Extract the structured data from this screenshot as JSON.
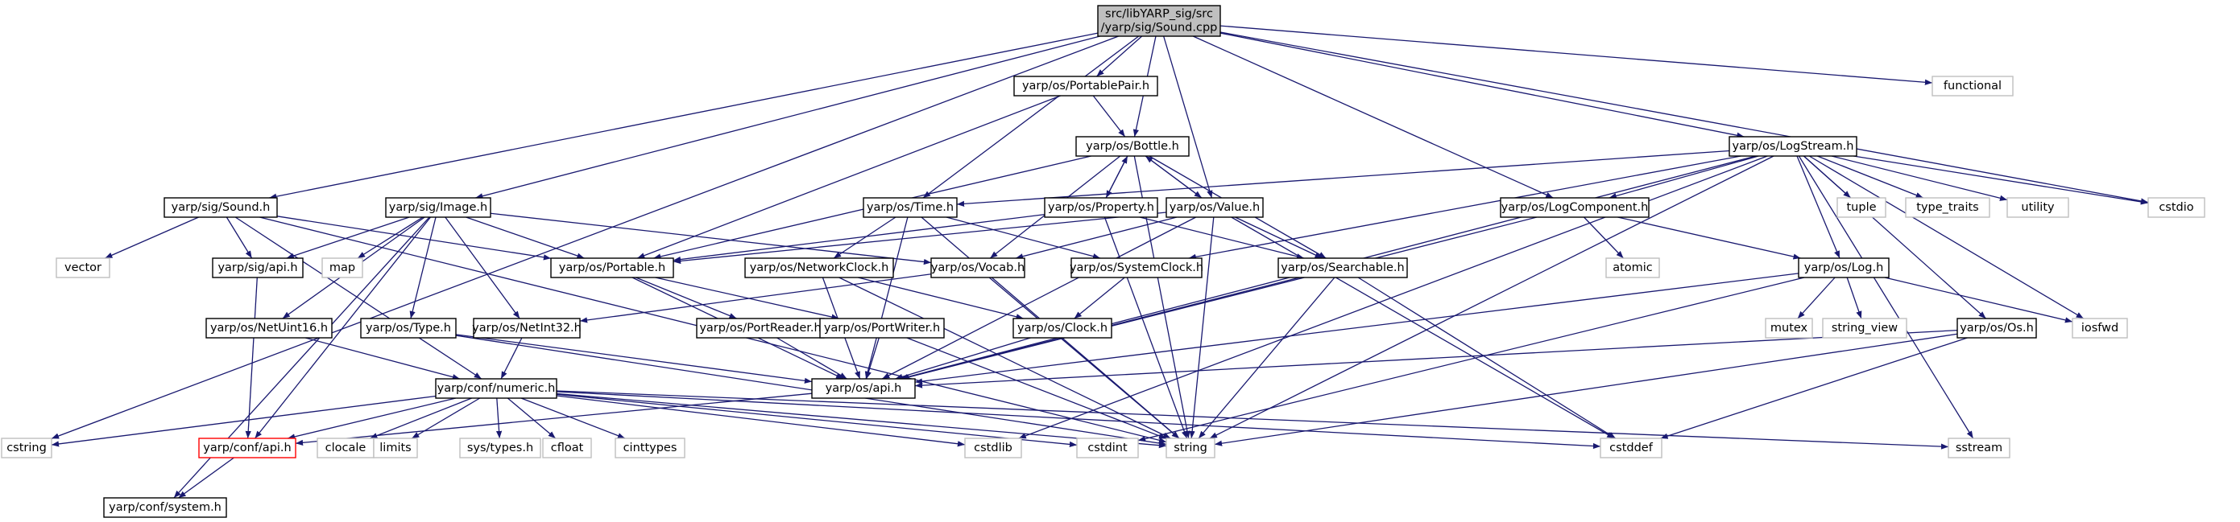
{
  "diagram": {
    "colors": {
      "edge": "#191970",
      "node_border": "#000000",
      "node_fill": "#ffffff",
      "root_fill": "#bfbfbf",
      "system_border": "#bfbfbf",
      "highlight_border": "#ff0000",
      "text": "#000000"
    },
    "nodes": [
      {
        "id": "root",
        "lines": [
          "src/libYARP_sig/src",
          "/yarp/sig/Sound.cpp"
        ],
        "kind": "root"
      },
      {
        "id": "portablepair",
        "lines": [
          "yarp/os/PortablePair.h"
        ],
        "kind": "normal"
      },
      {
        "id": "functional",
        "lines": [
          "functional"
        ],
        "kind": "system"
      },
      {
        "id": "bottle",
        "lines": [
          "yarp/os/Bottle.h"
        ],
        "kind": "normal"
      },
      {
        "id": "logstream",
        "lines": [
          "yarp/os/LogStream.h"
        ],
        "kind": "normal"
      },
      {
        "id": "sound",
        "lines": [
          "yarp/sig/Sound.h"
        ],
        "kind": "normal"
      },
      {
        "id": "image",
        "lines": [
          "yarp/sig/Image.h"
        ],
        "kind": "normal"
      },
      {
        "id": "time",
        "lines": [
          "yarp/os/Time.h"
        ],
        "kind": "normal"
      },
      {
        "id": "property",
        "lines": [
          "yarp/os/Property.h"
        ],
        "kind": "normal"
      },
      {
        "id": "value",
        "lines": [
          "yarp/os/Value.h"
        ],
        "kind": "normal"
      },
      {
        "id": "logcomponent",
        "lines": [
          "yarp/os/LogComponent.h"
        ],
        "kind": "normal"
      },
      {
        "id": "tuple",
        "lines": [
          "tuple"
        ],
        "kind": "system"
      },
      {
        "id": "type_traits",
        "lines": [
          "type_traits"
        ],
        "kind": "system"
      },
      {
        "id": "utility",
        "lines": [
          "utility"
        ],
        "kind": "system"
      },
      {
        "id": "cstdio",
        "lines": [
          "cstdio"
        ],
        "kind": "system"
      },
      {
        "id": "vector",
        "lines": [
          "vector"
        ],
        "kind": "system"
      },
      {
        "id": "sigapi",
        "lines": [
          "yarp/sig/api.h"
        ],
        "kind": "normal"
      },
      {
        "id": "map",
        "lines": [
          "map"
        ],
        "kind": "system"
      },
      {
        "id": "portable",
        "lines": [
          "yarp/os/Portable.h"
        ],
        "kind": "normal"
      },
      {
        "id": "networkclock",
        "lines": [
          "yarp/os/NetworkClock.h"
        ],
        "kind": "normal"
      },
      {
        "id": "vocab",
        "lines": [
          "yarp/os/Vocab.h"
        ],
        "kind": "normal"
      },
      {
        "id": "systemclock",
        "lines": [
          "yarp/os/SystemClock.h"
        ],
        "kind": "normal"
      },
      {
        "id": "searchable",
        "lines": [
          "yarp/os/Searchable.h"
        ],
        "kind": "normal"
      },
      {
        "id": "atomic",
        "lines": [
          "atomic"
        ],
        "kind": "system"
      },
      {
        "id": "log",
        "lines": [
          "yarp/os/Log.h"
        ],
        "kind": "normal"
      },
      {
        "id": "netuint16",
        "lines": [
          "yarp/os/NetUint16.h"
        ],
        "kind": "normal"
      },
      {
        "id": "type",
        "lines": [
          "yarp/os/Type.h"
        ],
        "kind": "normal"
      },
      {
        "id": "netint32",
        "lines": [
          "yarp/os/NetInt32.h"
        ],
        "kind": "normal"
      },
      {
        "id": "portreader",
        "lines": [
          "yarp/os/PortReader.h"
        ],
        "kind": "normal"
      },
      {
        "id": "portwriter",
        "lines": [
          "yarp/os/PortWriter.h"
        ],
        "kind": "normal"
      },
      {
        "id": "clock",
        "lines": [
          "yarp/os/Clock.h"
        ],
        "kind": "normal"
      },
      {
        "id": "mutex",
        "lines": [
          "mutex"
        ],
        "kind": "system"
      },
      {
        "id": "string_view",
        "lines": [
          "string_view"
        ],
        "kind": "system"
      },
      {
        "id": "iosfwd",
        "lines": [
          "iosfwd"
        ],
        "kind": "system"
      },
      {
        "id": "os",
        "lines": [
          "yarp/os/Os.h"
        ],
        "kind": "normal"
      },
      {
        "id": "numeric",
        "lines": [
          "yarp/conf/numeric.h"
        ],
        "kind": "normal"
      },
      {
        "id": "osapi",
        "lines": [
          "yarp/os/api.h"
        ],
        "kind": "normal"
      },
      {
        "id": "cstring",
        "lines": [
          "cstring"
        ],
        "kind": "system"
      },
      {
        "id": "confapi",
        "lines": [
          "yarp/conf/api.h"
        ],
        "kind": "highlight"
      },
      {
        "id": "clocale",
        "lines": [
          "clocale"
        ],
        "kind": "system"
      },
      {
        "id": "limits",
        "lines": [
          "limits"
        ],
        "kind": "system"
      },
      {
        "id": "systypes",
        "lines": [
          "sys/types.h"
        ],
        "kind": "system"
      },
      {
        "id": "cfloat",
        "lines": [
          "cfloat"
        ],
        "kind": "system"
      },
      {
        "id": "cinttypes",
        "lines": [
          "cinttypes"
        ],
        "kind": "system"
      },
      {
        "id": "cstdlib",
        "lines": [
          "cstdlib"
        ],
        "kind": "system"
      },
      {
        "id": "cstdint",
        "lines": [
          "cstdint"
        ],
        "kind": "system"
      },
      {
        "id": "string",
        "lines": [
          "string"
        ],
        "kind": "system"
      },
      {
        "id": "cstddef",
        "lines": [
          "cstddef"
        ],
        "kind": "system"
      },
      {
        "id": "sstream",
        "lines": [
          "sstream"
        ],
        "kind": "system"
      },
      {
        "id": "confsystem",
        "lines": [
          "yarp/conf/system.h"
        ],
        "kind": "normal"
      }
    ],
    "edges": [
      [
        "root",
        "portablepair"
      ],
      [
        "root",
        "functional"
      ],
      [
        "root",
        "bottle"
      ],
      [
        "root",
        "logstream"
      ],
      [
        "root",
        "sound"
      ],
      [
        "root",
        "image"
      ],
      [
        "root",
        "time"
      ],
      [
        "root",
        "value"
      ],
      [
        "root",
        "logcomponent"
      ],
      [
        "root",
        "cstdio"
      ],
      [
        "root",
        "cstring"
      ],
      [
        "portablepair",
        "bottle"
      ],
      [
        "portablepair",
        "portable"
      ],
      [
        "bottle",
        "property"
      ],
      [
        "bottle",
        "value"
      ],
      [
        "bottle",
        "portable"
      ],
      [
        "bottle",
        "vocab"
      ],
      [
        "bottle",
        "searchable"
      ],
      [
        "bottle",
        "string"
      ],
      [
        "property",
        "bottle"
      ],
      [
        "property",
        "portable"
      ],
      [
        "property",
        "searchable"
      ],
      [
        "property",
        "string"
      ],
      [
        "value",
        "bottle"
      ],
      [
        "value",
        "portable"
      ],
      [
        "value",
        "vocab"
      ],
      [
        "value",
        "searchable"
      ],
      [
        "value",
        "osapi"
      ],
      [
        "value",
        "string"
      ],
      [
        "value",
        "cstddef"
      ],
      [
        "sound",
        "vector"
      ],
      [
        "sound",
        "sigapi"
      ],
      [
        "sound",
        "portable"
      ],
      [
        "sound",
        "numeric"
      ],
      [
        "sound",
        "string"
      ],
      [
        "image",
        "sigapi"
      ],
      [
        "image",
        "map"
      ],
      [
        "image",
        "portable"
      ],
      [
        "image",
        "vocab"
      ],
      [
        "image",
        "netuint16"
      ],
      [
        "image",
        "type"
      ],
      [
        "image",
        "netint32"
      ],
      [
        "image",
        "confsystem"
      ],
      [
        "image",
        "confapi"
      ],
      [
        "time",
        "networkclock"
      ],
      [
        "time",
        "systemclock"
      ],
      [
        "time",
        "osapi"
      ],
      [
        "time",
        "string"
      ],
      [
        "networkclock",
        "clock"
      ],
      [
        "networkclock",
        "osapi"
      ],
      [
        "networkclock",
        "string"
      ],
      [
        "systemclock",
        "clock"
      ],
      [
        "clock",
        "osapi"
      ],
      [
        "vocab",
        "netint32"
      ],
      [
        "vocab",
        "string"
      ],
      [
        "searchable",
        "osapi"
      ],
      [
        "searchable",
        "string"
      ],
      [
        "searchable",
        "cstddef"
      ],
      [
        "logstream",
        "time"
      ],
      [
        "logstream",
        "logcomponent"
      ],
      [
        "logstream",
        "log"
      ],
      [
        "logstream",
        "os"
      ],
      [
        "logstream",
        "tuple"
      ],
      [
        "logstream",
        "type_traits"
      ],
      [
        "logstream",
        "utility"
      ],
      [
        "logstream",
        "cstdio"
      ],
      [
        "logstream",
        "iosfwd"
      ],
      [
        "logstream",
        "sstream"
      ],
      [
        "logstream",
        "string"
      ],
      [
        "logstream",
        "cstdlib"
      ],
      [
        "logstream",
        "systemclock"
      ],
      [
        "logstream",
        "osapi"
      ],
      [
        "logcomponent",
        "atomic"
      ],
      [
        "logcomponent",
        "log"
      ],
      [
        "logcomponent",
        "osapi"
      ],
      [
        "log",
        "mutex"
      ],
      [
        "log",
        "string_view"
      ],
      [
        "log",
        "iosfwd"
      ],
      [
        "log",
        "osapi"
      ],
      [
        "log",
        "cstdint"
      ],
      [
        "os",
        "osapi"
      ],
      [
        "os",
        "string"
      ],
      [
        "os",
        "cstddef"
      ],
      [
        "sigapi",
        "confapi"
      ],
      [
        "netuint16",
        "numeric"
      ],
      [
        "netint32",
        "numeric"
      ],
      [
        "type",
        "osapi"
      ],
      [
        "type",
        "string"
      ],
      [
        "portable",
        "portreader"
      ],
      [
        "portable",
        "portwriter"
      ],
      [
        "portable",
        "osapi"
      ],
      [
        "portreader",
        "osapi"
      ],
      [
        "portwriter",
        "osapi"
      ],
      [
        "portwriter",
        "string"
      ],
      [
        "osapi",
        "confapi"
      ],
      [
        "numeric",
        "confapi"
      ],
      [
        "numeric",
        "cstring"
      ],
      [
        "numeric",
        "clocale"
      ],
      [
        "numeric",
        "limits"
      ],
      [
        "numeric",
        "systypes"
      ],
      [
        "numeric",
        "cfloat"
      ],
      [
        "numeric",
        "cinttypes"
      ],
      [
        "numeric",
        "cstdlib"
      ],
      [
        "numeric",
        "cstdint"
      ],
      [
        "numeric",
        "string"
      ],
      [
        "numeric",
        "cstddef"
      ],
      [
        "numeric",
        "sstream"
      ],
      [
        "confapi",
        "confsystem"
      ]
    ]
  }
}
